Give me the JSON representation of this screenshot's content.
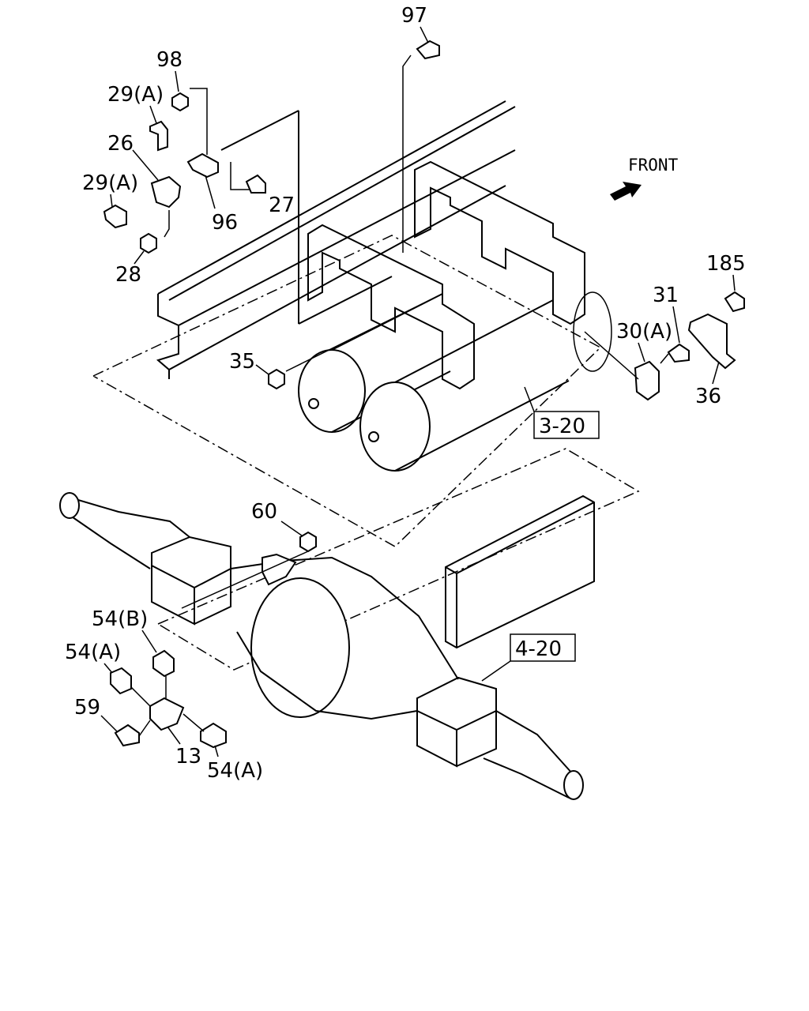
{
  "diagram": {
    "front_label": "FRONT",
    "ref_boxes": {
      "upper": "3-20",
      "lower": "4-20"
    },
    "labels": {
      "p97": "97",
      "p98": "98",
      "p29a_top": "29(A)",
      "p26": "26",
      "p29a_left": "29(A)",
      "p27": "27",
      "p96": "96",
      "p28": "28",
      "p185": "185",
      "p31": "31",
      "p30a": "30(A)",
      "p36": "36",
      "p35": "35",
      "p60": "60",
      "p54b": "54(B)",
      "p54a_left": "54(A)",
      "p59": "59",
      "p13": "13",
      "p54a_bottom": "54(A)"
    }
  }
}
